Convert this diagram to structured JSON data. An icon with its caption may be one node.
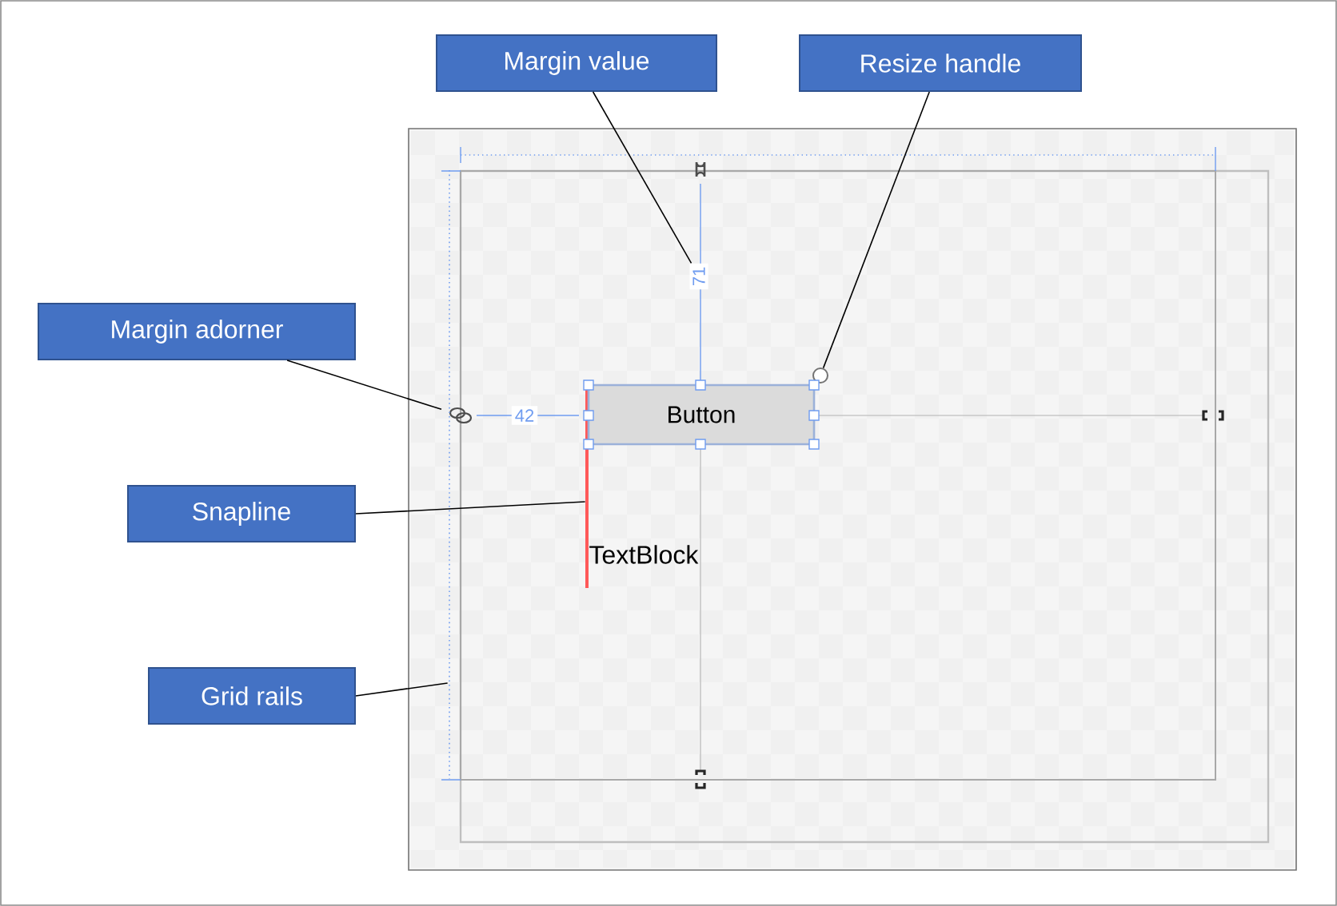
{
  "diagram": {
    "nodes": [
      {
        "text": [
          "Margin value"
        ]
      },
      {
        "text": [
          "Resize handle"
        ]
      },
      {
        "text": [
          "Margin adorner"
        ]
      },
      {
        "text": [
          "Snapline"
        ]
      },
      {
        "text": [
          "Grid rails"
        ]
      },
      {
        "text": [
          "71"
        ]
      },
      {
        "text": [],
        "shape": "circle"
      },
      {
        "text": [],
        "shape": "picture"
      },
      {
        "text": [],
        "shape": "line"
      },
      {
        "text": [],
        "shape": "line"
      },
      {
        "text": [
          "Button"
        ]
      }
    ],
    "edges": [
      {
        "from": 0,
        "to": 5,
        "arrow": "none"
      },
      {
        "from": 1,
        "to": 6,
        "arrow": "none"
      },
      {
        "from": 2,
        "to": 7,
        "arrow": "none"
      },
      {
        "from": 3,
        "to": 9,
        "arrow": "none"
      },
      {
        "from": 4,
        "to": 8,
        "arrow": "none"
      }
    ],
    "labels": [
      "42",
      "TextBlock"
    ]
  }
}
